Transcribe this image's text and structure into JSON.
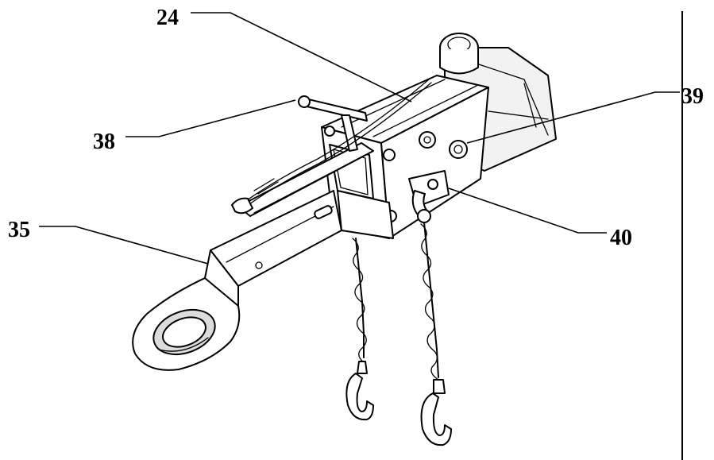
{
  "callouts": [
    {
      "id": "24",
      "label": "24"
    },
    {
      "id": "38",
      "label": "38"
    },
    {
      "id": "39",
      "label": "39"
    },
    {
      "id": "35",
      "label": "35"
    },
    {
      "id": "40",
      "label": "40"
    }
  ]
}
